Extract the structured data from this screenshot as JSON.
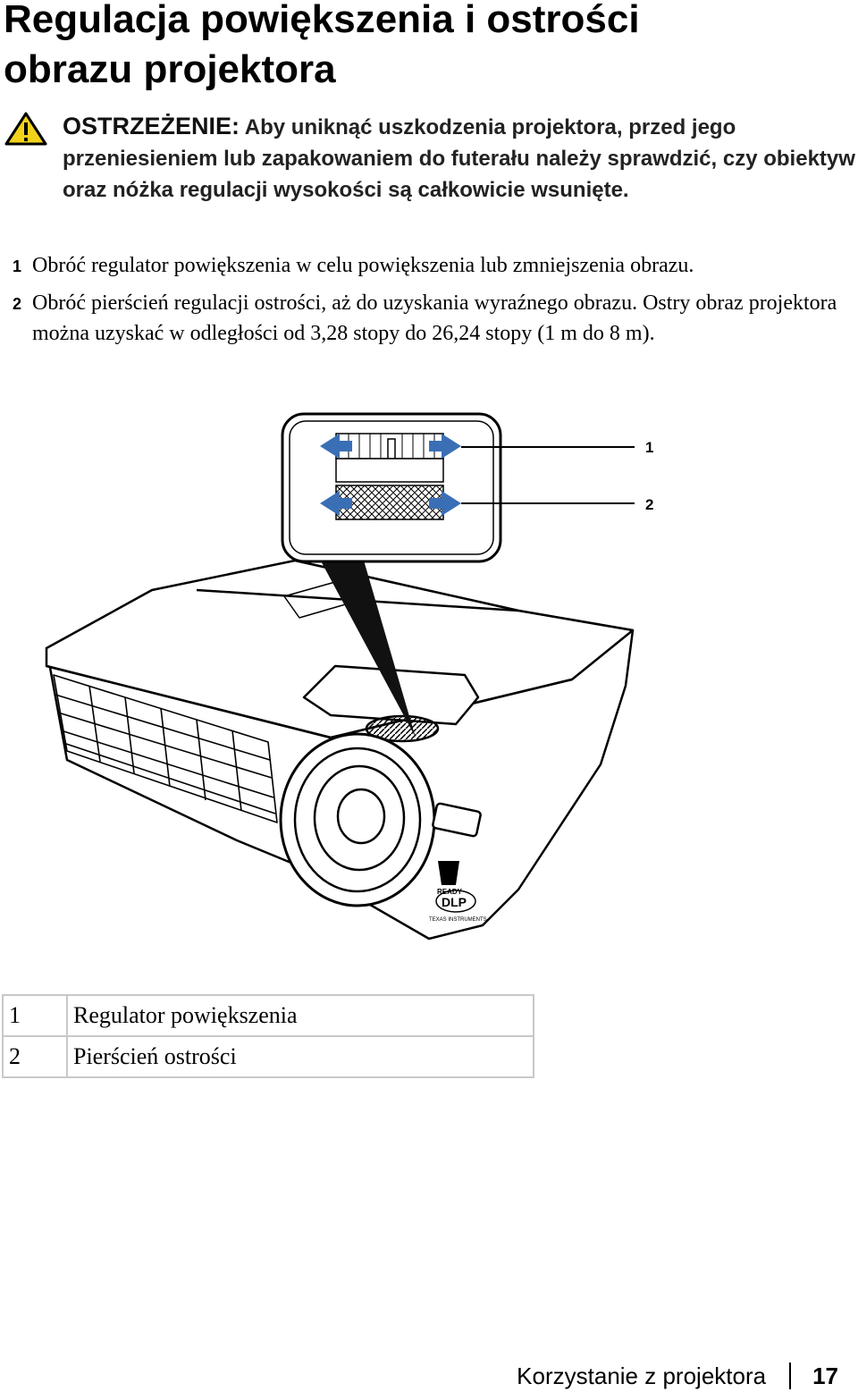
{
  "title_line1": "Regulacja powiększenia i ostrości",
  "title_line2": "obrazu projektora",
  "warning": {
    "icon": "warning-triangle-icon",
    "lead": "OSTRZEŻENIE:",
    "text": " Aby uniknąć uszkodzenia projektora, przed jego przeniesieniem lub zapakowaniem do futerału należy sprawdzić, czy obiektyw oraz nóżka regulacji wysokości są całkowicie wsunięte."
  },
  "steps": [
    {
      "num": "1",
      "text": "Obróć regulator powiększenia w celu powiększenia lub zmniejszenia obrazu."
    },
    {
      "num": "2",
      "text": "Obróć pierścień regulacji ostrości, aż do uzyskania wyraźnego obrazu. Ostry obraz projektora można uzyskać w odległości od 3,28 stopy do 26,24 stopy (1 m do 8 m)."
    }
  ],
  "figure": {
    "callout1": "1",
    "callout2": "2",
    "logo_3d": "READY",
    "logo_dlp": "DLP",
    "logo_ti": "TEXAS INSTRUMENTS"
  },
  "legend": [
    {
      "num": "1",
      "label": "Regulator powiększenia"
    },
    {
      "num": "2",
      "label": "Pierścień ostrości"
    }
  ],
  "footer": {
    "section": "Korzystanie z projektora",
    "page": "17"
  },
  "colors": {
    "arrow_blue": "#3a6fb6",
    "text": "#000000",
    "table_border": "#c8c8c8"
  }
}
